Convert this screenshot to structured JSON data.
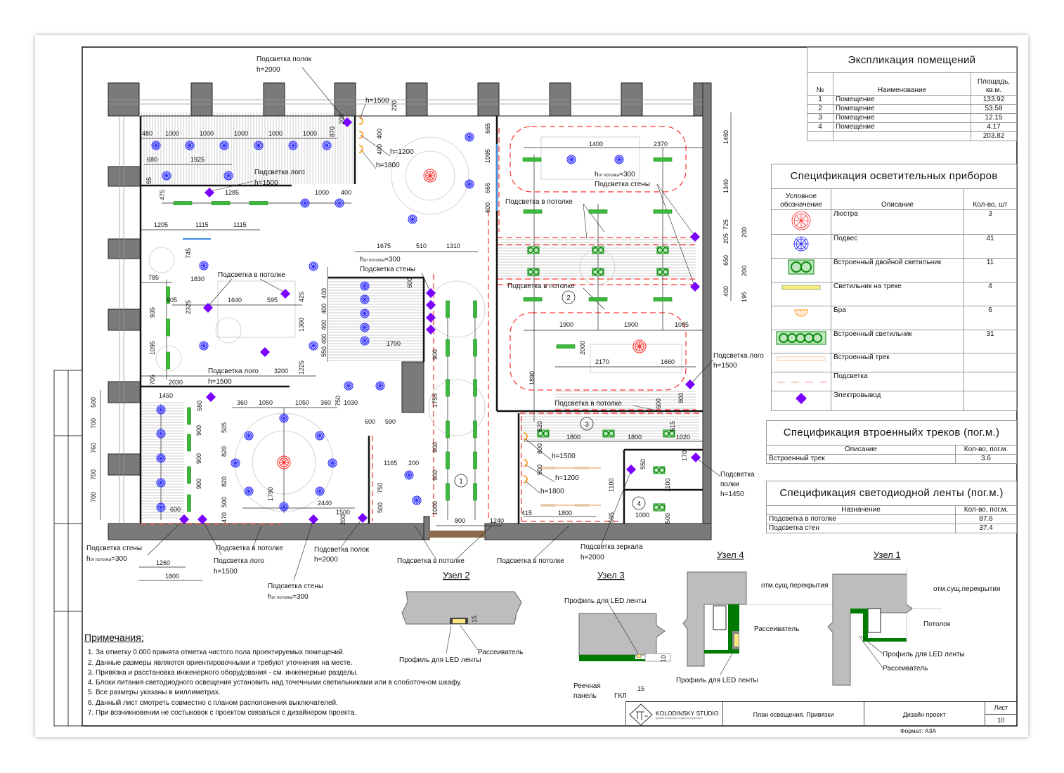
{
  "explication": {
    "title": "Экспликация помещений",
    "headers": [
      "№",
      "Наименование",
      "Площадь, кв.м."
    ],
    "rows": [
      {
        "num": "1",
        "name": "Помещение",
        "area": "133.92"
      },
      {
        "num": "2",
        "name": "Помещение",
        "area": "53.58"
      },
      {
        "num": "3",
        "name": "Помещение",
        "area": "12.15"
      },
      {
        "num": "4",
        "name": "Помещение",
        "area": "4.17"
      }
    ],
    "total": "203.82"
  },
  "fixtures_spec": {
    "title": "Спецификация осветительных приборов",
    "headers": [
      "Условное обозначение",
      "Описание",
      "Кол-во, шт"
    ],
    "rows": [
      {
        "icon": "chandelier-icon",
        "desc": "Люстра",
        "qty": "3"
      },
      {
        "icon": "pendant-icon",
        "desc": "Подвес",
        "qty": "41"
      },
      {
        "icon": "double-recessed-icon",
        "desc": "Встроенный двойной светильник",
        "qty": "11"
      },
      {
        "icon": "track-light-icon",
        "desc": "Светильник на треке",
        "qty": "4"
      },
      {
        "icon": "sconce-icon",
        "desc": "Бра",
        "qty": "6"
      },
      {
        "icon": "recessed-linear-icon",
        "desc": "Встроенный светильник",
        "qty": "31"
      },
      {
        "icon": "recessed-track-icon",
        "desc": "Встроенный трек",
        "qty": ""
      },
      {
        "icon": "backlight-line-icon",
        "desc": "Подсветка",
        "qty": ""
      },
      {
        "icon": "power-outlet-icon",
        "desc": "Электровывод",
        "qty": ""
      }
    ]
  },
  "tracks_spec": {
    "title": "Спецификация втроенныйх треков (пог.м.)",
    "headers": [
      "Описание",
      "Кол-во, пог.м."
    ],
    "rows": [
      {
        "desc": "Встроенный трек",
        "qty": "3.6"
      }
    ]
  },
  "led_spec": {
    "title": "Спецификация светодиодной ленты (пог.м.)",
    "headers": [
      "Назначение",
      "Кол-во, пог.м."
    ],
    "rows": [
      {
        "desc": "Подсветка в потолке",
        "qty": "87.6"
      },
      {
        "desc": "Подсветка стен",
        "qty": "37.4"
      }
    ]
  },
  "notes": {
    "title": "Примечания:",
    "items": [
      "За отметку 0.000 принята отметка чистого пола проектируемых помещений.",
      "Данные размеры являются ориентировочными и требуют уточнения на месте.",
      "Привязка и расстановка инженерного оборудования - см. инженерные разделы.",
      "Блоки питания светодиодного освещения установить над точечными светильниками или в слоботочном шкафу.",
      "Все размеры указаны в миллиметрах.",
      "Данный лист смотреть совместно с планом расположения выключателей.",
      "При возникновении не состыковок с проектом связаться с дизайнером проекта."
    ]
  },
  "title_block": {
    "studio": "KOLODINSKY STUDIO",
    "studio_tagline": "Дизайн интерьера. Студия Колодинского",
    "sheet_title": "План освещения. Привязки",
    "stage": "Дизайн проект",
    "sheet_label": "Лист",
    "sheet_number": "10",
    "format": "Формат: А3А"
  },
  "labels": {
    "shelf_light": "Подсветка полок",
    "shelf_light_single": "Подсветка",
    "shelf_light_single2": "полки",
    "logo_light": "Подсветка лого",
    "ceiling_light": "Подсветка в потолке",
    "wall_light": "Подсветка стены",
    "mirror_light": "Подсветка зеркала",
    "h": "h",
    "from_ceiling": "от потолка",
    "eq300": "=300",
    "h2000": "h=2000",
    "h1500": "h=1500",
    "h1200": "h=1200",
    "h1800": "h=1800",
    "h1450": "h=1450"
  },
  "rooms": [
    "1",
    "2",
    "3",
    "4"
  ],
  "dims": [
    "480",
    "1000",
    "1000",
    "1000",
    "1000",
    "1000",
    "870",
    "200",
    "680",
    "1925",
    "55",
    "475",
    "1285",
    "1000",
    "400",
    "1205",
    "1115",
    "1115",
    "745",
    "220",
    "400",
    "400",
    "665",
    "1095",
    "665",
    "600",
    "1675",
    "510",
    "1310",
    "785",
    "905",
    "1640",
    "595",
    "425",
    "935",
    "2325",
    "1300",
    "1095",
    "1830",
    "3200",
    "1225",
    "705",
    "2030",
    "1450",
    "580",
    "400",
    "400",
    "400",
    "400",
    "550",
    "1700",
    "600",
    "500",
    "700",
    "760",
    "700",
    "700",
    "600",
    "900",
    "900",
    "900",
    "360",
    "1050",
    "1050",
    "360",
    "750",
    "1030",
    "600",
    "590",
    "505",
    "820",
    "820",
    "500",
    "470",
    "1790",
    "2440",
    "1500",
    "200",
    "1165",
    "200",
    "750",
    "500",
    "1755",
    "900",
    "900",
    "900",
    "1000",
    "800",
    "1240",
    "1400",
    "2370",
    "1460",
    "1340",
    "725",
    "205",
    "650",
    "400",
    "200",
    "200",
    "195",
    "1900",
    "1900",
    "1085",
    "2000",
    "2170",
    "1660",
    "1890",
    "600",
    "800",
    "620",
    "1800",
    "1800",
    "1020",
    "515",
    "800",
    "500",
    "1100",
    "595",
    "415",
    "1800",
    "550",
    "1100",
    "170",
    "1000",
    "500",
    "1260",
    "1800"
  ],
  "details": {
    "node1": {
      "title": "Узел 1",
      "slab": "отм.сущ.перекрытия",
      "ceiling": "Потолок",
      "profile": "Профиль для LED ленты",
      "diffuser": "Рассеиватель"
    },
    "node2": {
      "title": "Узел 2",
      "profile": "Профиль для LED ленты",
      "diffuser": "Рассеиватель",
      "dim": "15"
    },
    "node3": {
      "title": "Узел 3",
      "profile": "Профиль для LED ленты",
      "panel1": "Реечная",
      "panel2": "панель",
      "gkl": "ГКЛ",
      "dim1": "10",
      "dim2": "15"
    },
    "node4": {
      "title": "Узел 4",
      "slab": "отм.сущ.перекрытия",
      "diffuser": "Рассеиватель",
      "profile": "Профиль для LED ленты"
    }
  },
  "colors": {
    "wall": "#7a7a7a",
    "pendant": "#1a1aff",
    "chandelier": "#ff2020",
    "recessed": "#0a8a0a",
    "outlet": "#7a00ff",
    "sconce": "#ff8c00",
    "backlight": "#ff3030",
    "detail_gray": "#bdbdbd",
    "detail_green": "#007a00"
  }
}
